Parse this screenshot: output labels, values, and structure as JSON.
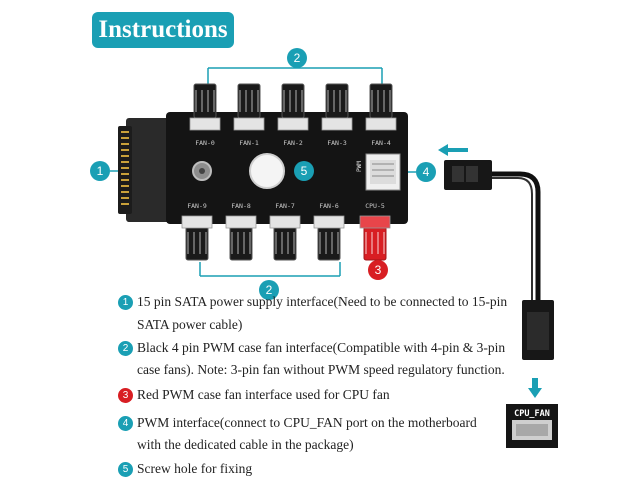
{
  "header": {
    "title": "Instructions"
  },
  "callouts": {
    "c1": "1",
    "c2_top": "2",
    "c2_bottom": "2",
    "c3": "3",
    "c4": "4",
    "c5": "5"
  },
  "board": {
    "top_fans": [
      "FAN-0",
      "FAN-1",
      "FAN-2",
      "FAN-3",
      "FAN-4"
    ],
    "bottom_fans": [
      "FAN-9",
      "FAN-8",
      "FAN-7",
      "FAN-6"
    ],
    "cpu_label": "CPU-5",
    "pwm_label": "PWM"
  },
  "motherboard_port": {
    "label": "CPU_FAN"
  },
  "legend": [
    {
      "num": "1",
      "line1": "15 pin SATA power supply interface(Need to be connected to 15-pin",
      "line2": "SATA power cable)"
    },
    {
      "num": "2",
      "line1": "Black 4 pin PWM case fan interface(Compatible with 4-pin & 3-pin",
      "line2": "case fans). Note: 3-pin fan without PWM speed regulatory function."
    },
    {
      "num": "3",
      "line1": "Red PWM case fan interface used for CPU fan"
    },
    {
      "num": "4",
      "line1": "PWM interface(connect to CPU_FAN port on the motherboard",
      "line2": "with the dedicated cable in the package)"
    },
    {
      "num": "5",
      "line1": "Screw hole for fixing"
    }
  ],
  "colors": {
    "accent": "#1a9fb4",
    "cpu_red": "#d81e23",
    "board": "#141414"
  }
}
